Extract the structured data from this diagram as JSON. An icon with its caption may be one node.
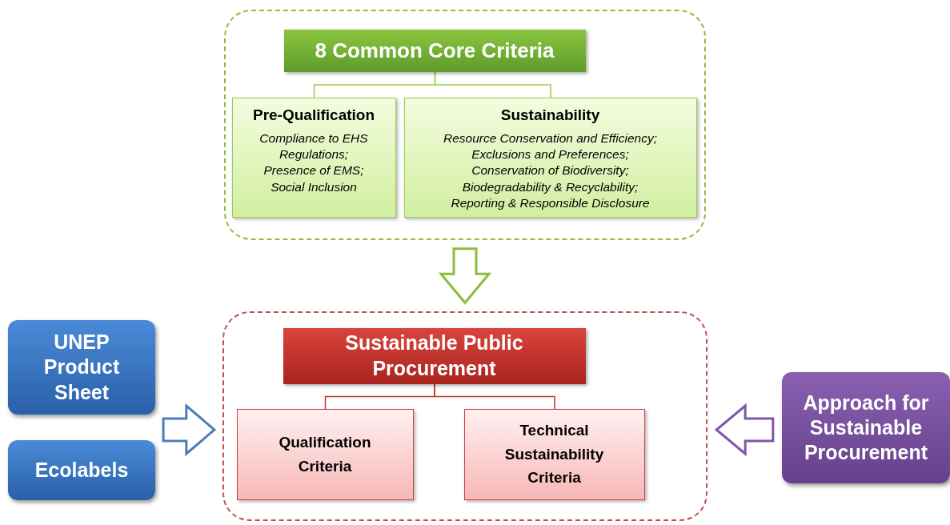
{
  "diagram": {
    "nodes": [
      {
        "text": [],
        "shape": "box"
      },
      {
        "text": [
          "8 Common Core Criteria"
        ],
        "in": 0
      },
      {
        "text": [
          "Pre-Qualification",
          "Compliance to EHS Regulations; Presence of EMS; Social Inclusion"
        ],
        "in": 0
      },
      {
        "text": [
          "Sustainability",
          "Resource Conservation and Efficiency; Exclusions and Preferences; Conservation of Biodiversity; Biodegradability & Recyclability; Reporting & Responsible Disclosure"
        ],
        "in": 0
      },
      {
        "text": [],
        "shape": "box"
      },
      {
        "text": [
          "Sustainable Public Procurement"
        ],
        "in": 4
      },
      {
        "text": [
          "Qualification Criteria"
        ],
        "in": 4
      },
      {
        "text": [
          "Technical Sustainability Criteria"
        ],
        "in": 4
      },
      {
        "text": [
          "UNEP Product Sheet"
        ]
      },
      {
        "text": [
          "Ecolabels"
        ]
      },
      {
        "text": [
          "Approach for Sustainable Procurement"
        ]
      }
    ],
    "edges": [
      {
        "from": 1,
        "to": 2,
        "arrow": "none",
        "color": "#9acd50"
      },
      {
        "from": 1,
        "to": 3,
        "arrow": "none",
        "color": "#9acd50"
      },
      {
        "from": 5,
        "to": 6,
        "arrow": "none",
        "color": "#c0392b"
      },
      {
        "from": 5,
        "to": 7,
        "arrow": "none",
        "color": "#c0392b"
      },
      {
        "from": 0,
        "to": 4,
        "arrow": "to",
        "style": "thick",
        "color": "#8dbb3c"
      },
      {
        "from": 8,
        "to": 4,
        "arrow": "to",
        "style": "thick",
        "color": "#4a7ebb"
      },
      {
        "from": 9,
        "to": 4,
        "arrow": "to",
        "style": "thick",
        "color": "#4a7ebb"
      },
      {
        "from": 10,
        "to": 4,
        "arrow": "to",
        "style": "thick",
        "color": "#7e57a7"
      }
    ]
  }
}
